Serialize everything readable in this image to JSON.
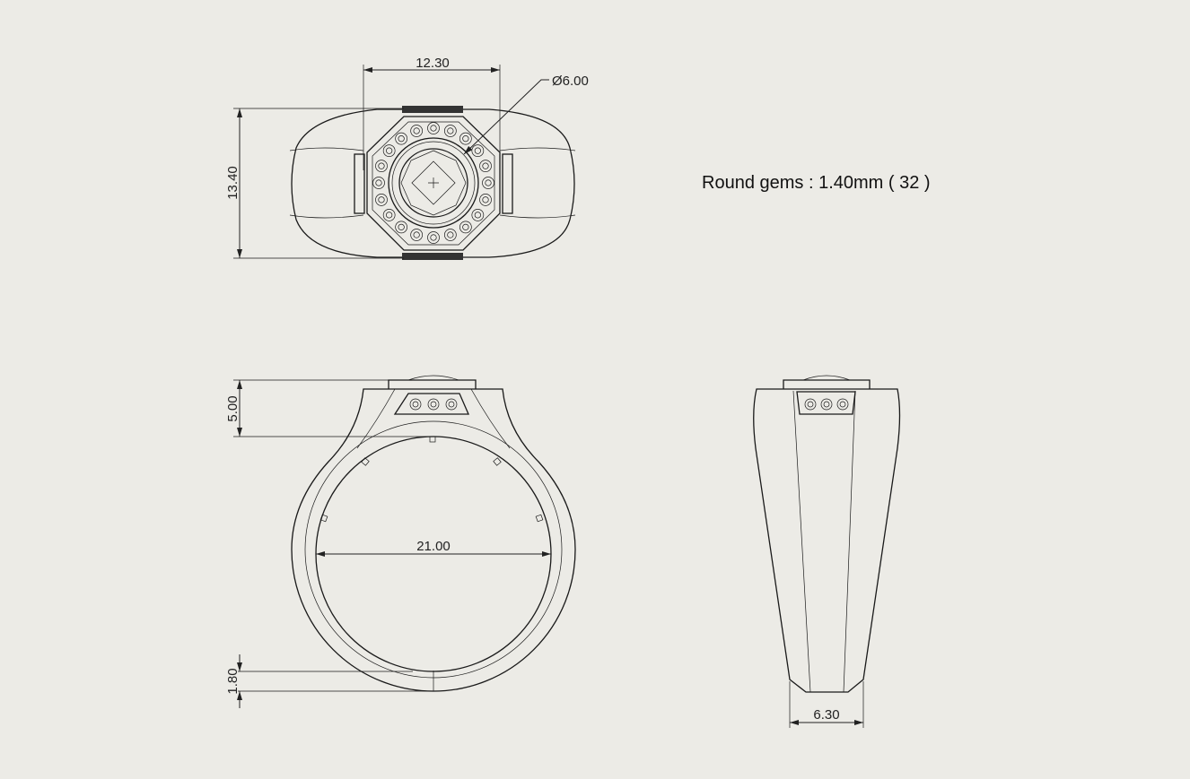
{
  "note": "Round gems : 1.40mm ( 32 )",
  "top_view": {
    "width_dim": "12.30",
    "height_dim": "13.40",
    "stone_dim": "Ø6.00"
  },
  "side_view": {
    "height_dim": "5.00",
    "inner_dim": "21.00",
    "band_dim": "1.80"
  },
  "front_view": {
    "band_width_dim": "6.30"
  },
  "colors": {
    "background": "#ecebe6",
    "line": "#1a1a1a"
  }
}
